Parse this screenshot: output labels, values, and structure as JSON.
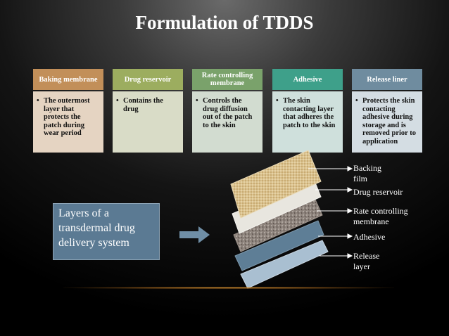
{
  "title": "Formulation of TDDS",
  "columns": [
    {
      "header": "Baking membrane",
      "text": "The outermost layer that protects the patch during wear period"
    },
    {
      "header": "Drug reservoir",
      "text": "Contains the drug"
    },
    {
      "header": "Rate controlling membrane",
      "text": "Controls the drug diffusion out of the patch to the skin"
    },
    {
      "header": "Adhesive",
      "text": "The skin contacting layer that adheres the patch to the skin"
    },
    {
      "header": "Release liner",
      "text": "Protects the skin contacting adhesive during storage and is removed prior to application"
    }
  ],
  "caption": "Layers of a transdermal drug delivery system",
  "layers": [
    {
      "label": "Backing film",
      "color": "#d9c18e"
    },
    {
      "label": "Drug reservoir",
      "color": "#e8e6df"
    },
    {
      "label": "Rate controlling membrane",
      "color": "#8a8079"
    },
    {
      "label": "Adhesive",
      "color": "#5e7e96"
    },
    {
      "label": "Release layer",
      "color": "#a9bfd1"
    }
  ]
}
